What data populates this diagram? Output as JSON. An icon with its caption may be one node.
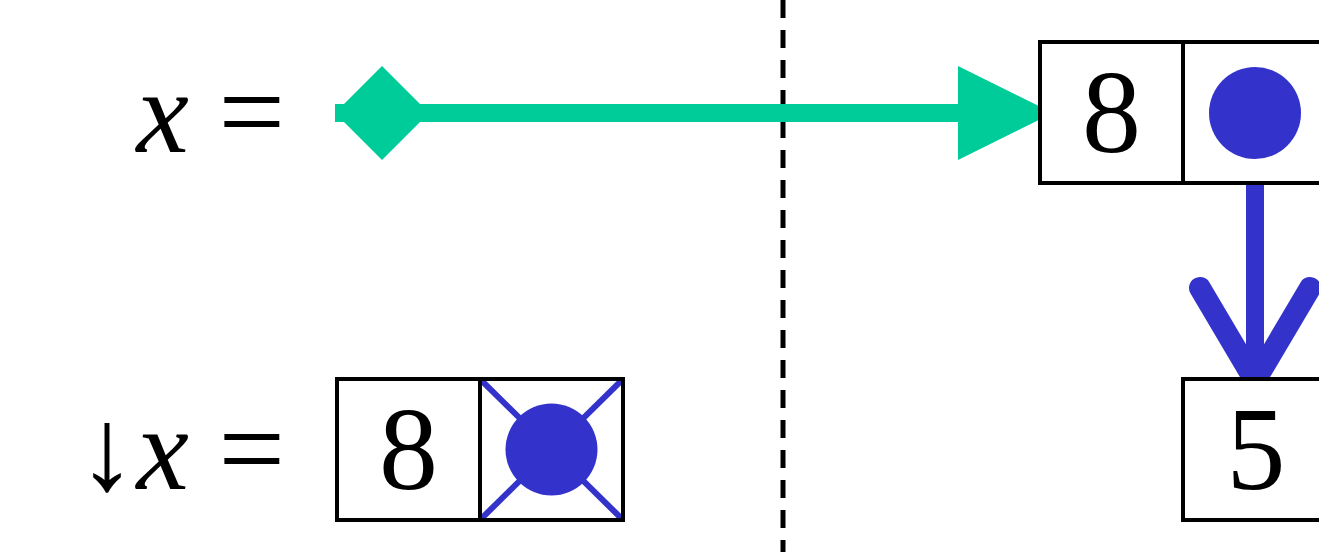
{
  "diagram": {
    "nodes": [
      {
        "text": [
          "*x* ="
        ]
      },
      {
        "text": [
          "8"
        ]
      },
      {
        "text": [],
        "shape": "box"
      },
      {
        "text": [
          "↓*x* ="
        ]
      },
      {
        "text": [
          "8"
        ]
      },
      {
        "text": [],
        "shape": "box"
      },
      {
        "text": [
          "5"
        ]
      }
    ],
    "edges": [
      {
        "from": 0,
        "to": 1,
        "arrow": "to",
        "color": "#00cc99"
      },
      {
        "from": 2,
        "to": 6,
        "arrow": "to",
        "color": "#3333cc"
      }
    ]
  }
}
